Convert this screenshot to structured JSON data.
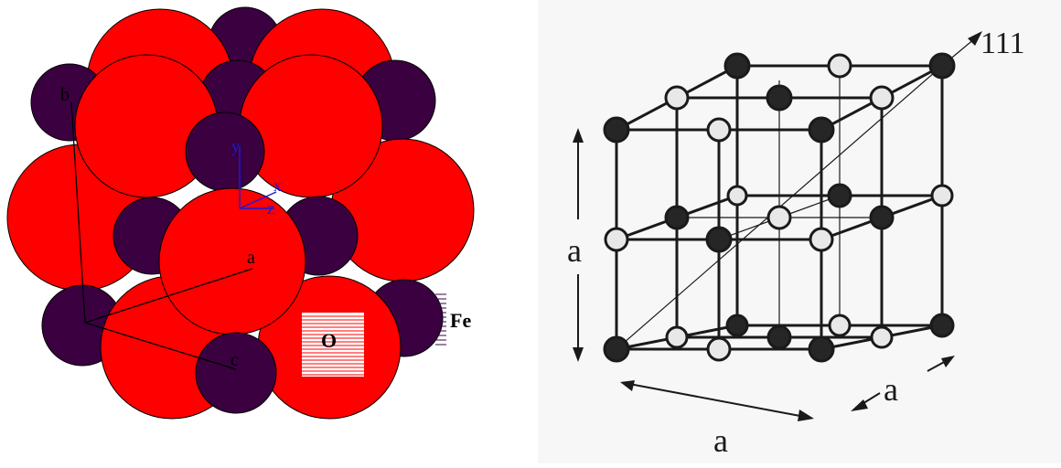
{
  "left_figure": {
    "axis_labels": {
      "a": "a",
      "b": "b",
      "c": "c"
    },
    "coord_labels": {
      "x": "x",
      "y": "y",
      "z": "z"
    },
    "legend": [
      {
        "label": "O",
        "color": "#ff0000",
        "pattern": "striped-box"
      },
      {
        "label": "Fe",
        "color": "#3a0040",
        "pattern": "striped-half"
      }
    ],
    "colors": {
      "oxygen": "#ff0000",
      "iron": "#3a0040",
      "outline": "#000000",
      "axes": "#1a1ad9"
    }
  },
  "right_figure": {
    "direction_label": "111",
    "edge_labels": {
      "height": "a",
      "width": "a",
      "depth": "a"
    },
    "colors": {
      "dark_atom": "#262626",
      "light_atom": "#e8e8e8",
      "frame": "#1a1a1a"
    }
  }
}
